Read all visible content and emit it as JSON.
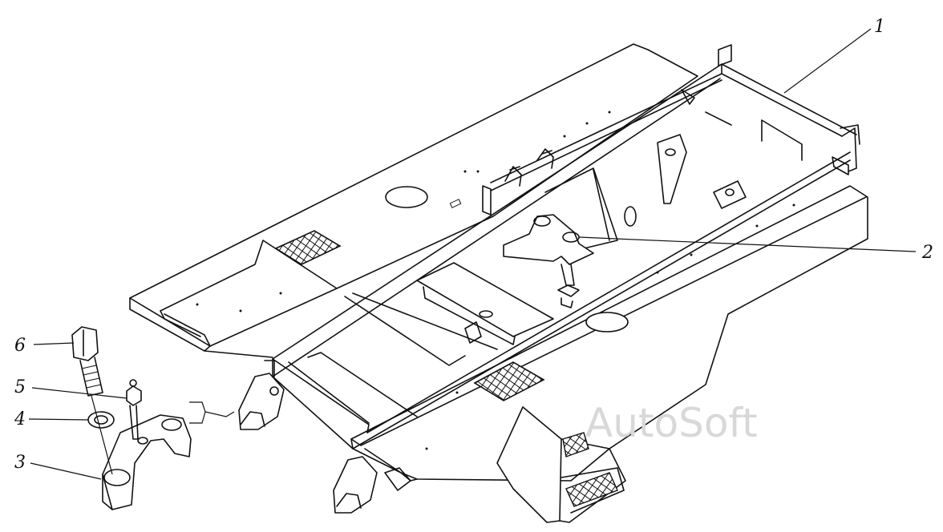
{
  "labels": {
    "l1": "1",
    "l2": "2",
    "l3": "3",
    "l4": "4",
    "l5": "5",
    "l6": "6"
  },
  "watermark": "AutoSoft"
}
